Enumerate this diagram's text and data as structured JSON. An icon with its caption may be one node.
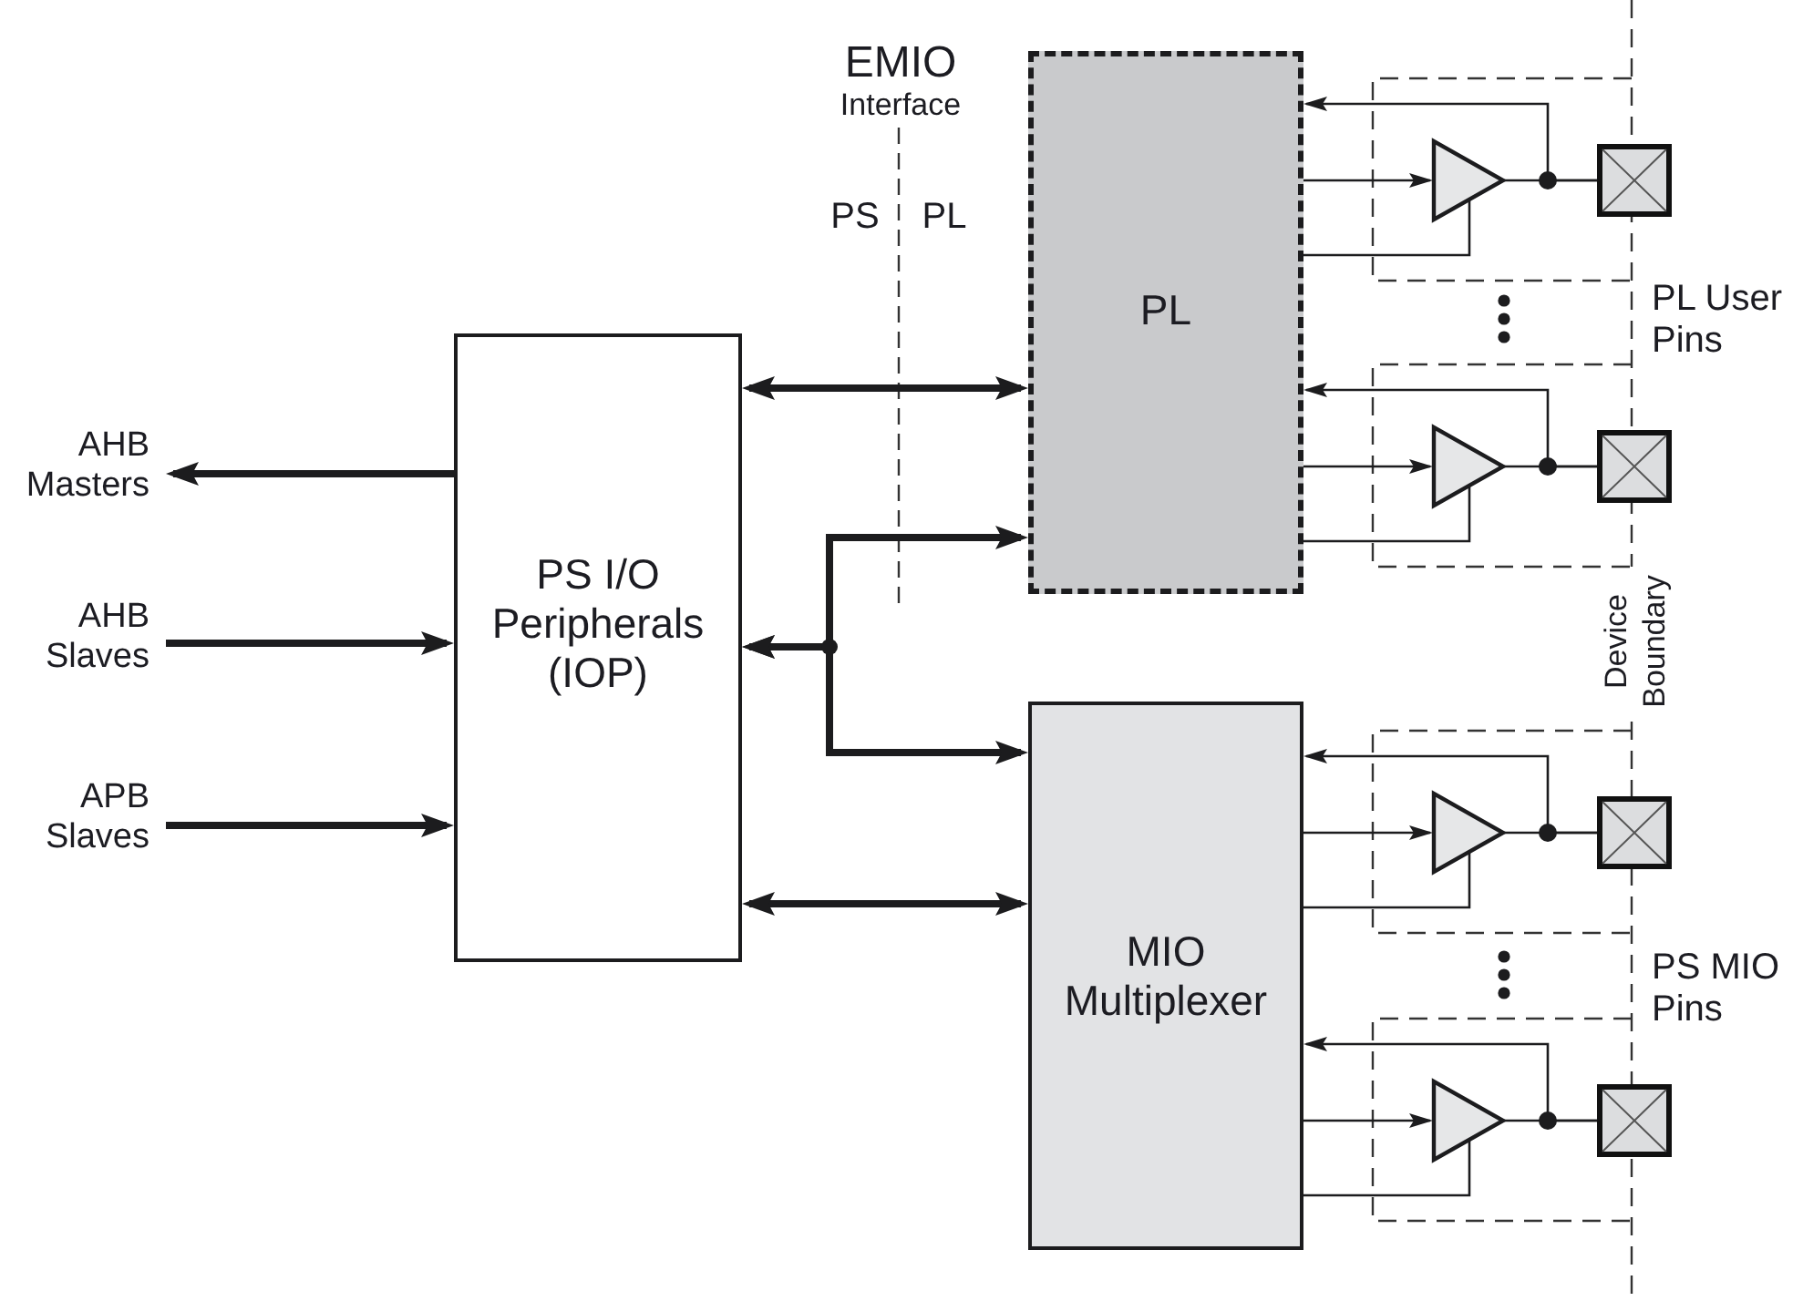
{
  "diagram": {
    "nodes": [
      {
        "text": [
          "AHB Masters"
        ]
      },
      {
        "text": [
          "AHB Slaves"
        ]
      },
      {
        "text": [
          "APB Slaves"
        ]
      },
      {
        "text": [
          "PS I/O Peripherals (IOP)"
        ]
      },
      {
        "text": [
          "PL"
        ]
      },
      {
        "text": [
          "MIO Multiplexer"
        ]
      },
      {
        "text": [],
        "shape": "triangle"
      },
      {
        "text": [],
        "shape": "box"
      },
      {
        "text": [],
        "shape": "triangle"
      },
      {
        "text": [],
        "shape": "box"
      },
      {
        "text": [],
        "shape": "triangle"
      },
      {
        "text": [],
        "shape": "box"
      },
      {
        "text": [],
        "shape": "triangle"
      },
      {
        "text": [],
        "shape": "box"
      }
    ],
    "edges": [
      {
        "from": 3,
        "to": 0,
        "arrow": "to",
        "style": "thick"
      },
      {
        "from": 1,
        "to": 3,
        "arrow": "to",
        "style": "thick"
      },
      {
        "from": 2,
        "to": 3,
        "arrow": "to",
        "style": "thick"
      },
      {
        "from": 3,
        "to": 4,
        "arrow": "both",
        "style": "thick"
      },
      {
        "from": 3,
        "to": 4,
        "arrow": "both",
        "style": "thick"
      },
      {
        "from": 3,
        "to": 5,
        "arrow": "both",
        "style": "thick"
      },
      {
        "from": 3,
        "to": 5,
        "arrow": "both",
        "style": "thick"
      },
      {
        "from": 4,
        "to": 6,
        "arrow": "to"
      },
      {
        "from": 4,
        "to": 6,
        "arrow": "none"
      },
      {
        "from": 6,
        "to": 7,
        "arrow": "none"
      },
      {
        "from": 7,
        "to": 4,
        "arrow": "to"
      },
      {
        "from": 4,
        "to": 8,
        "arrow": "to"
      },
      {
        "from": 4,
        "to": 8,
        "arrow": "none"
      },
      {
        "from": 8,
        "to": 9,
        "arrow": "none"
      },
      {
        "from": 9,
        "to": 4,
        "arrow": "to"
      },
      {
        "from": 5,
        "to": 10,
        "arrow": "to"
      },
      {
        "from": 5,
        "to": 10,
        "arrow": "none"
      },
      {
        "from": 10,
        "to": 11,
        "arrow": "none"
      },
      {
        "from": 11,
        "to": 5,
        "arrow": "to"
      },
      {
        "from": 5,
        "to": 12,
        "arrow": "to"
      },
      {
        "from": 5,
        "to": 12,
        "arrow": "none"
      },
      {
        "from": 12,
        "to": 13,
        "arrow": "none"
      },
      {
        "from": 13,
        "to": 5,
        "arrow": "to"
      }
    ],
    "labels": [
      "EMIO",
      "Interface",
      "PS",
      "PL",
      "PL User Pins",
      "Device Boundary",
      "PS MIO Pins"
    ]
  }
}
